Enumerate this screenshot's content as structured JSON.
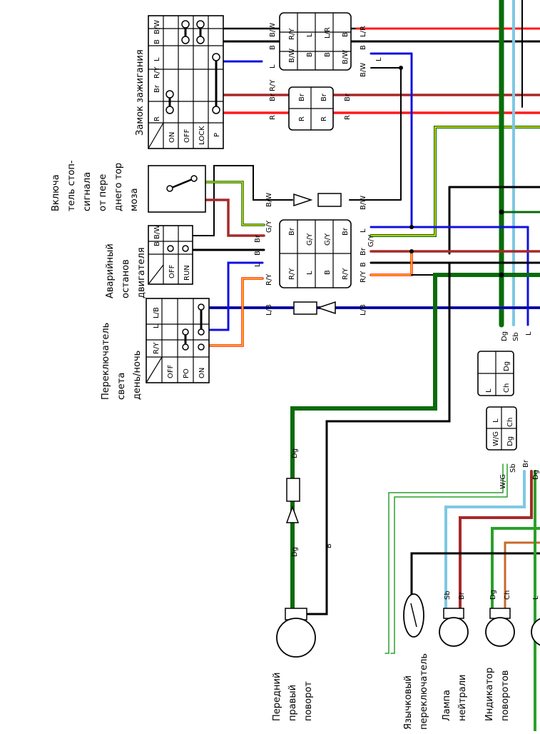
{
  "labels": {
    "ignition": "Замок зажигания",
    "brake_switch": [
      "Включа",
      "тель стоп-",
      "сигнала",
      "от пере",
      "днего тор",
      "моза"
    ],
    "engine_stop": [
      "Аварийный",
      "останов",
      "двигателя"
    ],
    "daynight": [
      "Переключатель",
      "света",
      "день/ночь"
    ],
    "front_turn": [
      "Передний",
      "правый",
      "поворот"
    ],
    "reed_switch": [
      "Язычковый",
      "переключатель"
    ],
    "neutral_lamp": [
      "Лампа",
      "нейтрали"
    ],
    "turn_indicator": [
      "Индикатор",
      "поворотов"
    ]
  },
  "ignition_table": {
    "header": [
      "R",
      "Br",
      "R/Y",
      "L",
      "B",
      "B/W"
    ],
    "rows": [
      "ON",
      "OFF",
      "LOCK",
      "P"
    ]
  },
  "stop_table": {
    "header": [
      "B",
      "B/W"
    ],
    "rows": [
      "OFF",
      "RUN"
    ]
  },
  "daynight_table": {
    "header": [
      "R/Y",
      "L",
      "L/B"
    ],
    "rows": [
      "OFF",
      "PO",
      "ON"
    ]
  },
  "connector_ign": {
    "pins": [
      "B/W",
      "R/Y",
      "B",
      "L",
      "B",
      "L/R",
      "B/W",
      "B",
      "B",
      "B/W",
      "B"
    ]
  },
  "connector_br": {
    "pins": [
      "Br",
      "Br",
      "R",
      "R"
    ]
  },
  "connector_mid": {
    "pins": [
      "Br",
      "G/Y",
      "G/Y",
      "Br",
      "Br",
      "B",
      "R/Y",
      "L",
      "B",
      "R/Y",
      "L"
    ]
  },
  "connector_small1": {
    "pins": [
      "L",
      "Ch",
      "Dg"
    ]
  },
  "connector_small2": {
    "pins": [
      "L",
      "Dg",
      "Ch",
      "W/G"
    ]
  },
  "wire_tags": {
    "bw1": "B/W",
    "b1": "B",
    "lr": "L/R",
    "bw2": "B/W",
    "l1": "L",
    "ry1": "R/Y",
    "br1": "Br",
    "r1": "R",
    "br2": "Br",
    "r2": "R",
    "bw3": "B/W",
    "bw4": "B/W",
    "gy1": "G/Y",
    "br3": "Br",
    "l2": "L",
    "gy2": "G/Y",
    "br4": "Br",
    "b2": "B",
    "l3": "L",
    "b3": "B",
    "ry2": "R/Y",
    "ry3": "R/Y",
    "lb1": "L/B",
    "lb2": "L/B",
    "dg1": "Dg",
    "sb1": "Sb",
    "l4": "L",
    "wg": "W/G",
    "sb2": "Sb",
    "br5": "Br",
    "dg2": "Dg",
    "dg3": "Dg",
    "b4": "B",
    "dg4": "Dg",
    "sb3": "Sb",
    "br6": "Br",
    "dg5": "Dg",
    "ch": "Ch",
    "l5": "L"
  },
  "colors": {
    "red": "#ff1a1a",
    "brown": "#a52a2a",
    "blue": "#1010e0",
    "black": "#000000",
    "green": "#0a6b0a",
    "lightblue": "#7ec8e3",
    "yellow": "#ffea00",
    "orange": "#ff7a00",
    "chocolate": "#c8692a",
    "wg": "#2aa02a"
  }
}
